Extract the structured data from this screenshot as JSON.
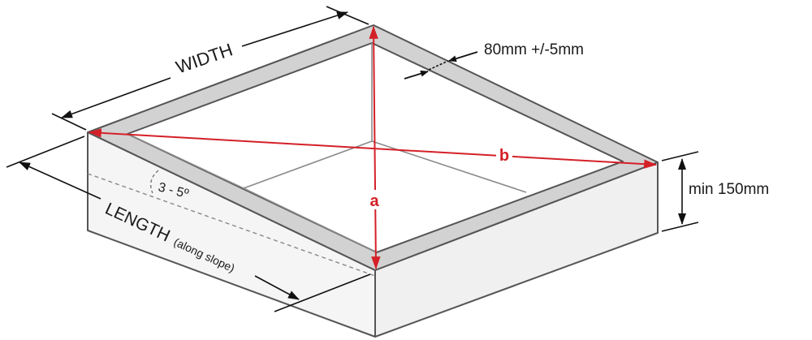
{
  "labels": {
    "width": "WIDTH",
    "length": "LENGTH",
    "length_note": "(along slope)",
    "slope_angle": "3 - 5º",
    "wall_thickness": "80mm +/-5mm",
    "min_height": "min 150mm",
    "diagonal_a": "a",
    "diagonal_b": "b"
  },
  "colors": {
    "outline": "#555555",
    "frame_fill": "#d2d2d2",
    "side_fill": "#f5f5f5",
    "top_fill": "#ffffff",
    "dimension_line": "#111111",
    "diagonal": "#d42027",
    "inner_lines": "#8a8a8a"
  }
}
